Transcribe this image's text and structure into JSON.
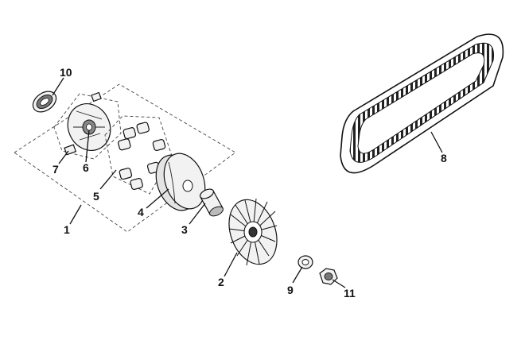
{
  "diagram": {
    "callouts": [
      {
        "id": "p1",
        "label": "1"
      },
      {
        "id": "p2",
        "label": "2"
      },
      {
        "id": "p3",
        "label": "3"
      },
      {
        "id": "p4",
        "label": "4"
      },
      {
        "id": "p5",
        "label": "5"
      },
      {
        "id": "p6",
        "label": "6"
      },
      {
        "id": "p7",
        "label": "7"
      },
      {
        "id": "p8",
        "label": "8"
      },
      {
        "id": "p9",
        "label": "9"
      },
      {
        "id": "p10",
        "label": "10"
      },
      {
        "id": "p11",
        "label": "11"
      }
    ]
  }
}
